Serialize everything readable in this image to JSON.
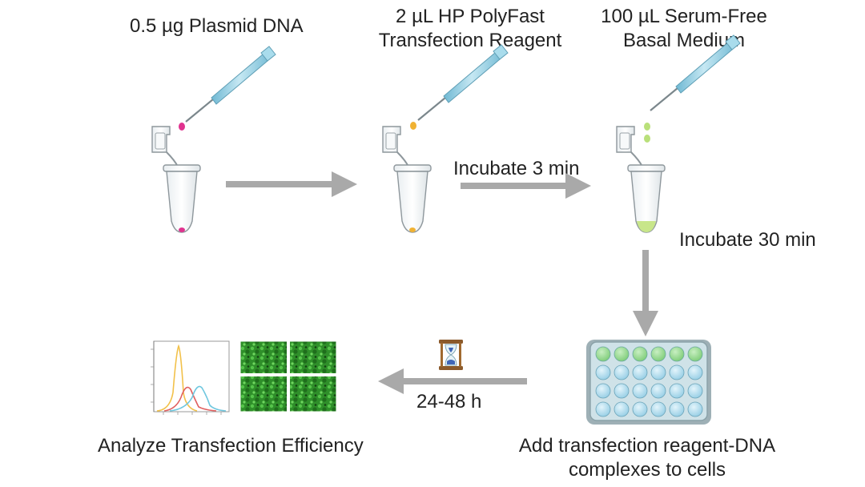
{
  "steps": {
    "step1_label": "0.5 µg Plasmid DNA",
    "step2_label_line1": "2 µL HP PolyFast",
    "step2_label_line2": "Transfection Reagent",
    "step3_label_line1": "100 µL Serum-Free",
    "step3_label_line2": "Basal Medium",
    "incubate_short": "Incubate 3 min",
    "incubate_long": "Incubate 30 min",
    "add_line1": "Add transfection reagent-DNA",
    "add_line2": "complexes to cells",
    "duration": "24-48  h",
    "analyze": "Analyze Transfection Efficiency"
  },
  "colors": {
    "arrow": "#a9a9a9",
    "plasmid": "#e0338f",
    "reagent": "#f0b233",
    "medium": "#b9e07a",
    "pipette": "#8fcbe0",
    "well_green": "#8fd48a",
    "well_blue": "#a9d8ec",
    "micrograph": "#2e9e2b"
  }
}
